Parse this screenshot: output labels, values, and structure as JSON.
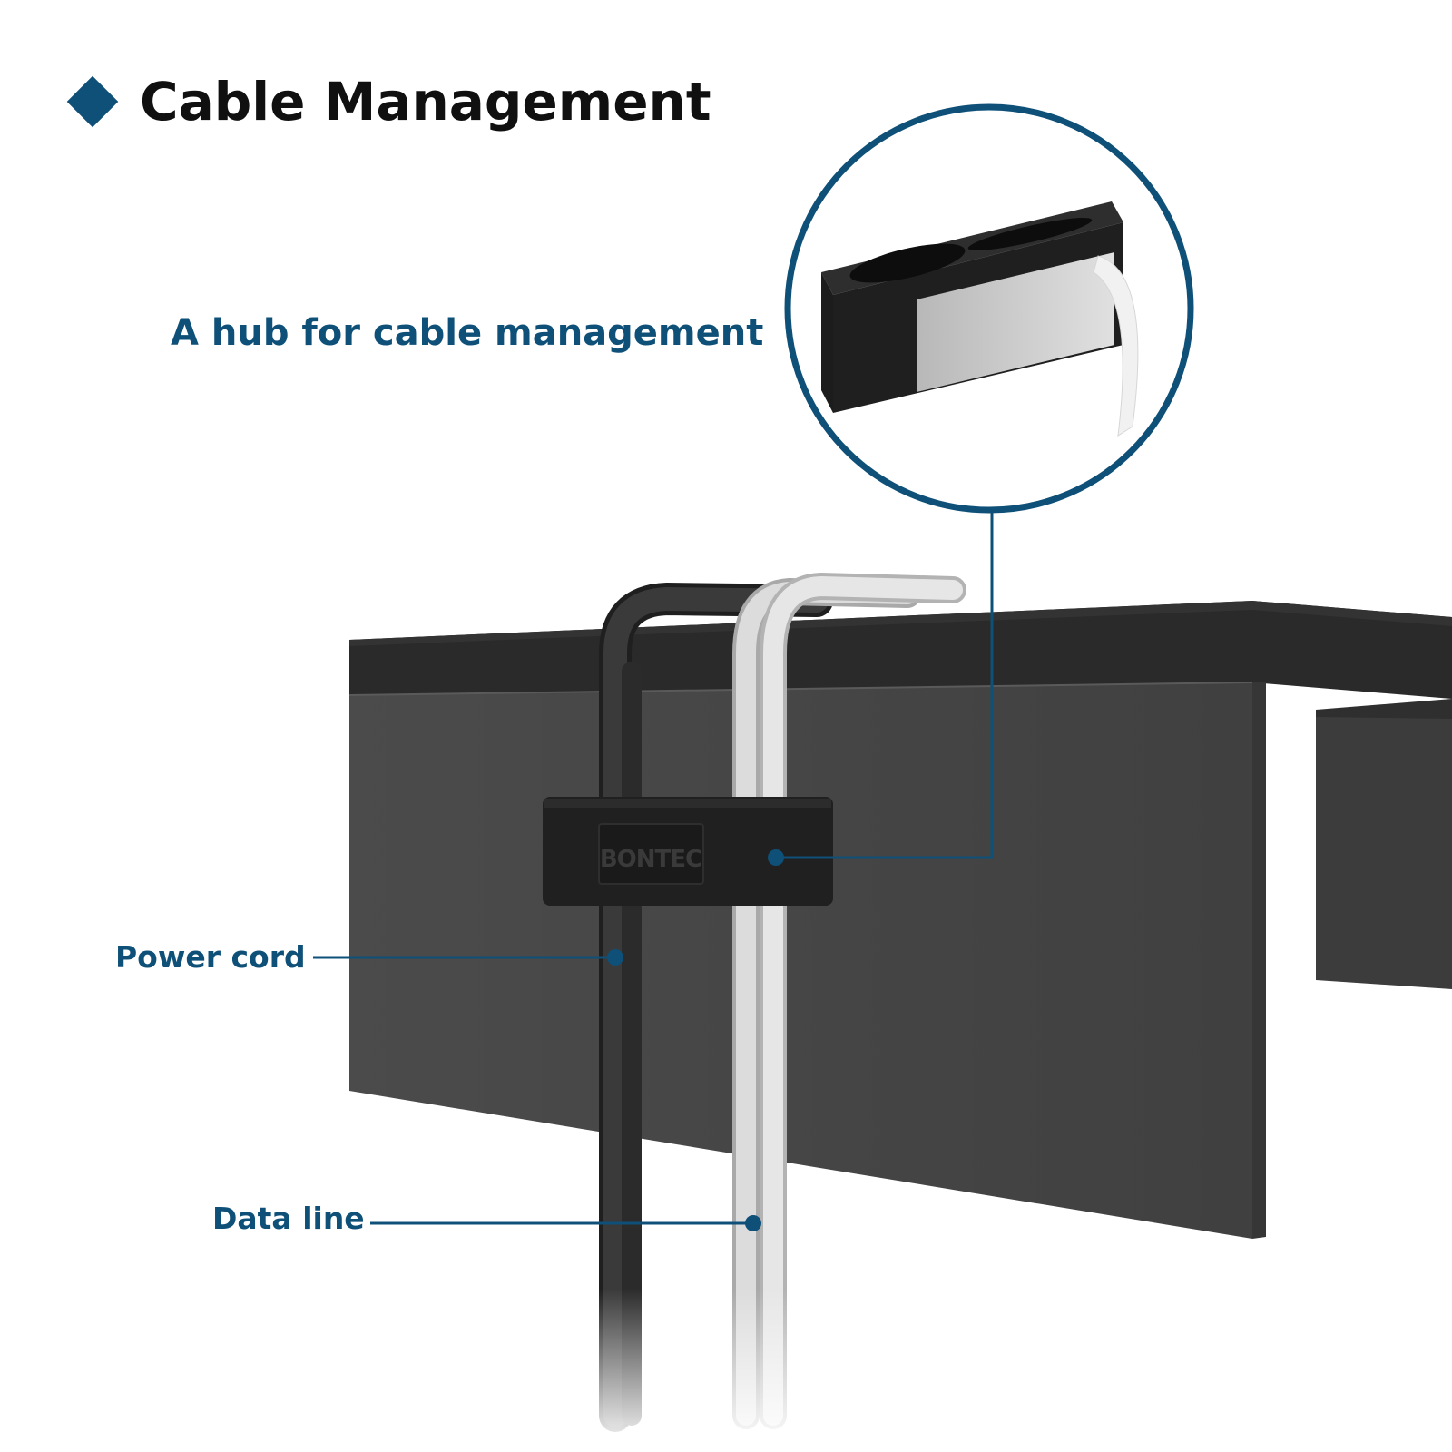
{
  "header": {
    "title": "Cable Management"
  },
  "feature": {
    "subtitle": "A hub for cable management"
  },
  "product": {
    "brand_mark": "BONTEC"
  },
  "callouts": {
    "power_cord": "Power cord",
    "data_line": "Data line"
  },
  "colors": {
    "accent": "#0e5078",
    "title_text": "#101010",
    "shelf_front": "#474747",
    "shelf_top": "#2a2a2a",
    "clip": "#262626",
    "cable_dark": "#2b2b2b",
    "cable_light": "#d8d8d8"
  },
  "icons": {
    "title_bullet": "diamond-bullet-icon"
  }
}
